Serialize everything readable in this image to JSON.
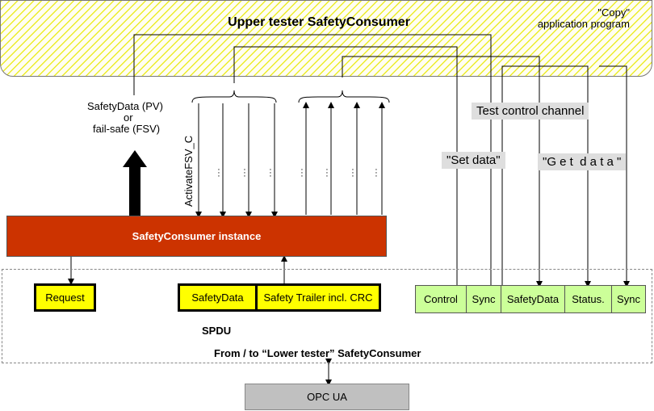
{
  "upper_tester": {
    "title": "Upper tester SafetyConsumer",
    "copy_line1": "\"Copy\"",
    "copy_line2": "application program"
  },
  "left_labels": {
    "safety_data_pv": "SafetyData (PV)",
    "or": "or",
    "fail_safe": "fail-safe (FSV)",
    "activate": "ActivateFSV_C"
  },
  "channel": {
    "test_control": "Test control channel",
    "set_data": "\"Set data\"",
    "get_data": "\"G e t  d a t a \""
  },
  "instance": {
    "label": "SafetyConsumer instance"
  },
  "boxes": {
    "request": "Request",
    "safety_data": "SafetyData",
    "safety_trailer": "Safety Trailer incl. CRC",
    "control": "Control",
    "sync1": "Sync",
    "safety_data2": "SafetyData",
    "status": "Status.",
    "sync2": "Sync"
  },
  "spdu": "SPDU",
  "lower_label": "From / to “Lower tester” SafetyConsumer",
  "opc_ua": "OPC UA"
}
